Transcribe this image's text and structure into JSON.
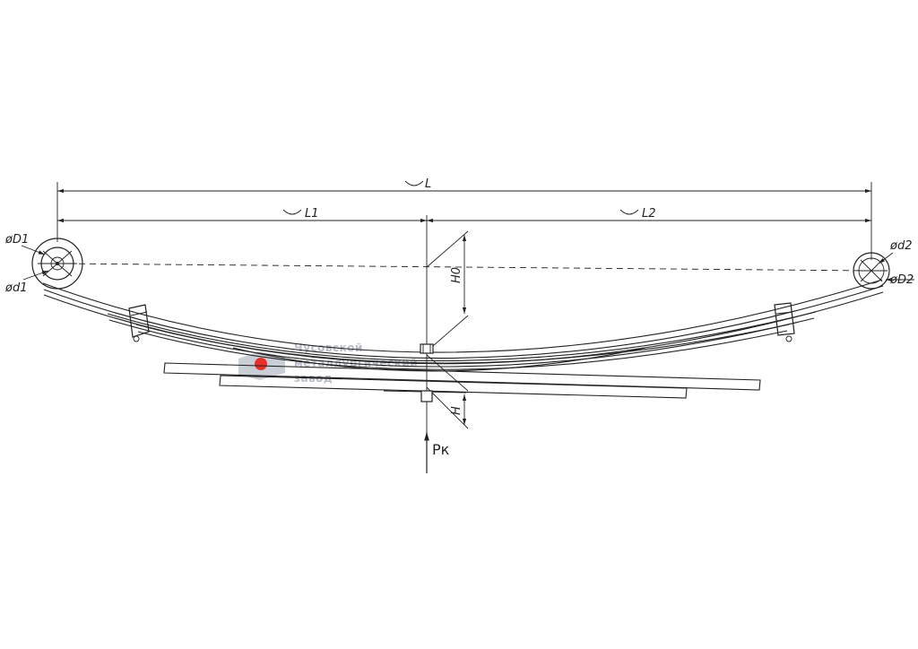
{
  "dimensions": {
    "total_length": "L",
    "left_length": "L1",
    "right_length": "L2",
    "free_height": "H0",
    "loaded_height": "H"
  },
  "eyes": {
    "left_outer": "øD1",
    "left_inner": "ød1",
    "right_inner": "ød2",
    "right_outer": "øD2"
  },
  "load": "Pк",
  "watermark": {
    "line1": "Чусовской",
    "line2": "металлургический",
    "line3": "завод",
    "accent_color": "#e8302a",
    "logo_color": "#b8bec8"
  }
}
